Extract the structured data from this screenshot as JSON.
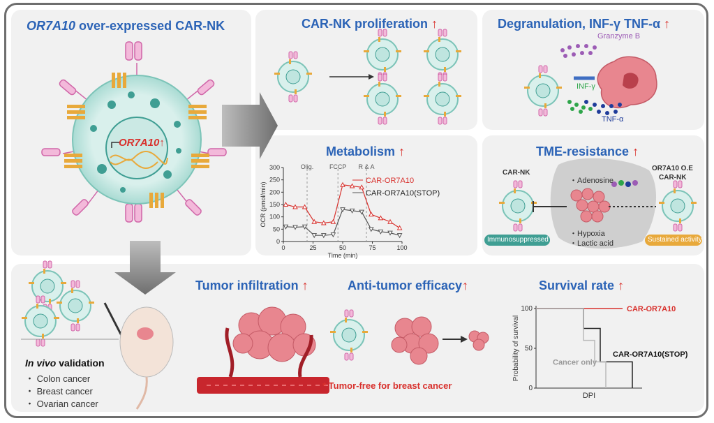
{
  "panels": {
    "main": {
      "title_gene": "OR7A10",
      "title_rest": " over-expressed CAR-NK",
      "gene_label": "OR7A10"
    },
    "proliferation": {
      "title": "CAR-NK proliferation"
    },
    "degranulation": {
      "title": "Degranulation, INF-γ TNF-α",
      "granzyme": "Granzyme B",
      "infg": "INF-γ",
      "tnfa": "TNF-α"
    },
    "metabolism": {
      "title": "Metabolism"
    },
    "tme": {
      "title": "TME-resistance",
      "left_cell": "CAR-NK",
      "right_cell_1": "OR7A10 O.E",
      "right_cell_2": "CAR-NK",
      "adenosine": "・Adenosine",
      "hypoxia": "・Hypoxia",
      "lactic": "・Lactic acid",
      "badge_left": "Immunosuppressed",
      "badge_right": "Sustained activity"
    },
    "invivo": {
      "title_italic": "In vivo",
      "title_rest": " validation",
      "items": [
        "・ Colon cancer",
        "・ Breast cancer",
        "・ Ovarian cancer"
      ]
    },
    "infiltration": {
      "title": "Tumor infiltration"
    },
    "antitumor": {
      "title": "Anti-tumor efficacy",
      "note": "* Tumor-free for breast cancer"
    },
    "survival": {
      "title": "Survival rate"
    }
  },
  "colors": {
    "title_blue": "#2b63b6",
    "arrow_red": "#d8302c",
    "teal": "#5fb8ad",
    "orange": "#e8a93b",
    "pink": "#e58fc1"
  },
  "chart_data": [
    {
      "type": "line",
      "xlabel": "Time (min)",
      "ylabel": "OCR (pmol/min)",
      "xlim": [
        0,
        100
      ],
      "ylim": [
        0,
        300
      ],
      "xticks": [
        "0",
        "25",
        "50",
        "75",
        "100"
      ],
      "yticks": [
        "0",
        "50",
        "100",
        "150",
        "200",
        "250",
        "300"
      ],
      "annotations": [
        "Olig.",
        "FCCP",
        "R & A"
      ],
      "annotation_x": [
        20,
        46,
        70
      ],
      "x": [
        2,
        10,
        18,
        26,
        34,
        42,
        50,
        58,
        66,
        74,
        82,
        90,
        98
      ],
      "series": [
        {
          "name": "CAR-OR7A10",
          "color": "#d8302c",
          "marker": "triangle-up",
          "values": [
            150,
            140,
            140,
            80,
            75,
            80,
            230,
            225,
            220,
            110,
            95,
            80,
            55
          ]
        },
        {
          "name": "CAR-OR7A10(STOP)",
          "color": "#555555",
          "marker": "triangle-down",
          "values": [
            60,
            58,
            60,
            25,
            25,
            28,
            130,
            125,
            120,
            50,
            40,
            35,
            25
          ]
        }
      ],
      "legend": "top-right"
    },
    {
      "type": "line",
      "xlabel": "DPI",
      "ylabel": "Probability of survival",
      "ylim": [
        0,
        100
      ],
      "yticks": [
        "0",
        "50",
        "100"
      ],
      "series": [
        {
          "name": "CAR-OR7A10",
          "color": "#d8302c",
          "values": [
            100,
            100
          ]
        },
        {
          "name": "CAR-OR7A10(STOP)",
          "color": "#222222",
          "values": [
            100,
            75,
            33,
            0
          ]
        },
        {
          "name": "Cancer only",
          "color": "#bbbbbb",
          "values": [
            100,
            60,
            33,
            0
          ]
        }
      ]
    }
  ]
}
